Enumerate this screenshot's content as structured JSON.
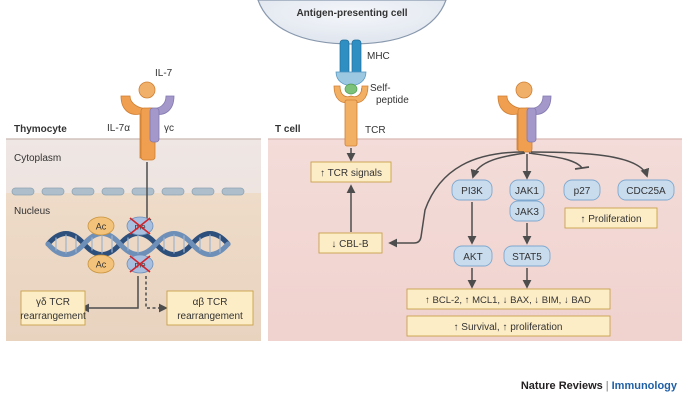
{
  "left_panel": {
    "cell_label": "Thymocyte",
    "cytoplasm_label": "Cytoplasm",
    "nucleus_label": "Nucleus",
    "ligand_label": "IL-7",
    "receptor_alpha_label": "IL-7α",
    "receptor_gamma_label": "γc",
    "acetylation_label": "Ac",
    "methylation_label": "me",
    "outcome_gd": [
      "γδ TCR",
      "rearrangement"
    ],
    "outcome_ab": [
      "αβ TCR",
      "rearrangement"
    ]
  },
  "right_panel": {
    "apc_label": "Antigen-presenting cell",
    "mhc_label": "MHC",
    "self_peptide_label": [
      "Self-",
      "peptide"
    ],
    "tcell_label": "T cell",
    "tcr_label": "TCR",
    "tcr_signals_box": "↑ TCR signals",
    "cblb_box": "↓ CBL-B",
    "pi3k_label": "PI3K",
    "akt_label": "AKT",
    "jak1_label": "JAK1",
    "jak3_label": "JAK3",
    "stat5_label": "STAT5",
    "p27_label": "p27",
    "cdc25a_label": "CDC25A",
    "proliferation_box": "↑ Proliferation",
    "bcl_box": "↑ BCL-2, ↑ MCL1, ↓ BAX, ↓ BIM, ↓ BAD",
    "survival_box": "↑ Survival, ↑ proliferation"
  },
  "footer": {
    "publisher": "Nature Reviews",
    "journal": "Immunology"
  },
  "colors": {
    "cell_bg_top": "#efe6e3",
    "nucleus_bg": "#ead6c3",
    "tcell_bg": "#f2d6d4",
    "box_fill": "#fdedc7",
    "box_stroke": "#c9a14a",
    "receptor_orange": "#ef9f4f",
    "receptor_purple": "#a398c9",
    "node_blue": "#c9dcee",
    "node_stroke": "#7ea8cf",
    "arrow": "#4d4d4d"
  }
}
